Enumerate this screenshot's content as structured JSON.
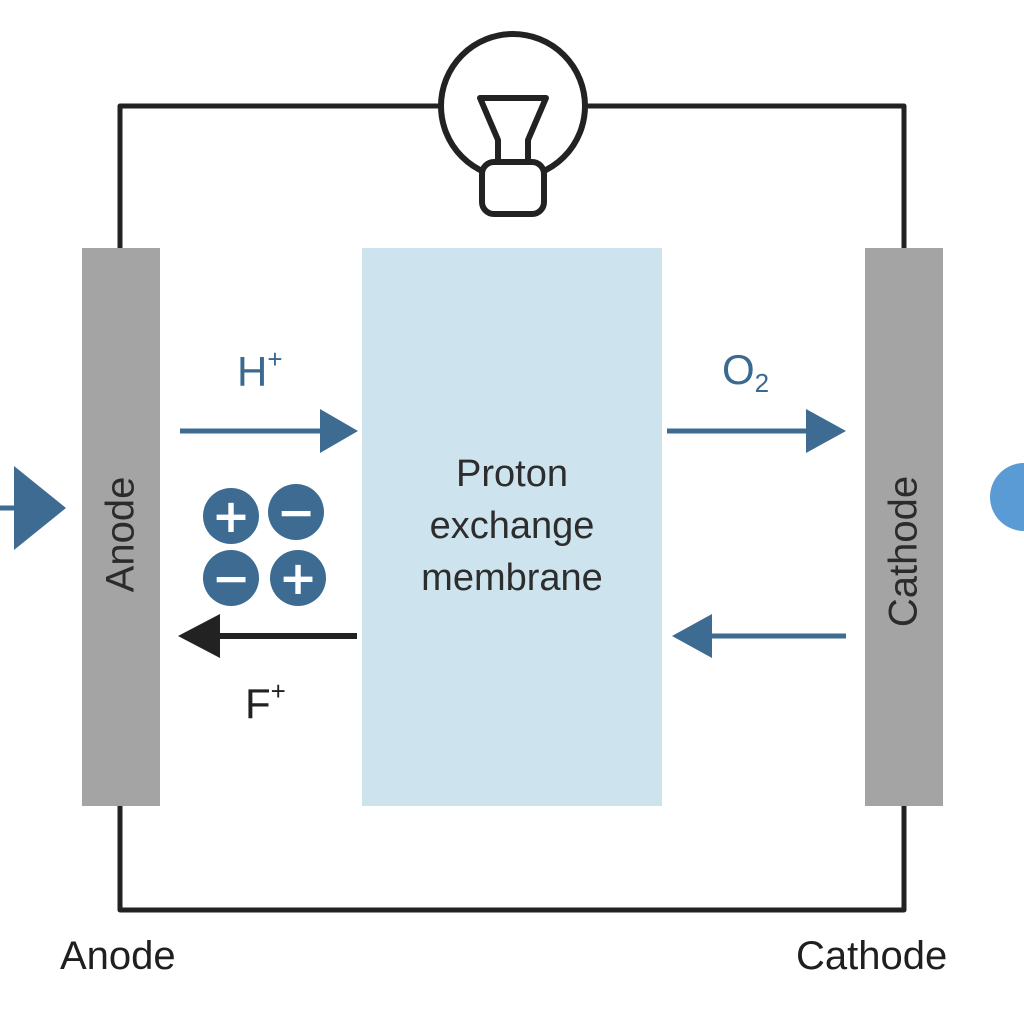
{
  "labels": {
    "anode_electrode": "Anode",
    "cathode_electrode": "Cathode",
    "anode_bottom": "Anode",
    "cathode_bottom": "Cathode",
    "membrane_lines": [
      "Proton",
      "exchange",
      "membrane"
    ]
  },
  "species": {
    "top_left": {
      "base": "H",
      "sup": "+"
    },
    "top_right": {
      "base": "O",
      "sub": "2"
    },
    "bottom_left": {
      "base": "F",
      "sup": "+"
    }
  },
  "ions": [
    "+",
    "−",
    "−",
    "+"
  ],
  "colors": {
    "membrane": "#cde3ee",
    "electrode": "#a4a4a4",
    "wire": "#222222",
    "accent_blue": "#3d6b92",
    "light_blue": "#5b9bd5"
  },
  "icons": [
    "light-bulb-icon",
    "right-arrow-icon",
    "left-arrow-icon",
    "inlet-triangle-icon",
    "outlet-circle-icon"
  ]
}
